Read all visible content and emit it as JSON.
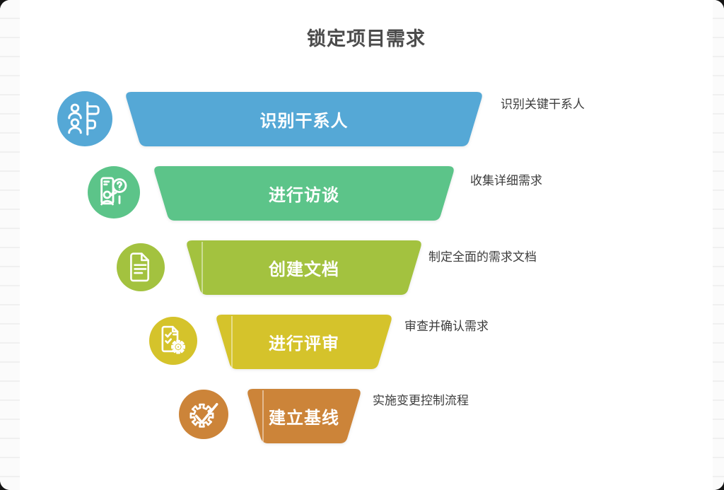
{
  "title": "锁定项目需求",
  "colors": {
    "title_text": "#4c4c4c",
    "annotation_text": "#3d3d3d",
    "stage_label_text": "#ffffff",
    "card_background": "#ffffff",
    "page_background": "#fbfbfb",
    "ruled_line": "#f0f0f0"
  },
  "stages": [
    {
      "label": "识别干系人",
      "annotation": "识别关键干系人",
      "color": "#55a8d6",
      "icon": "stakeholders-icon"
    },
    {
      "label": "进行访谈",
      "annotation": "收集详细需求",
      "color": "#5cc489",
      "icon": "interview-icon"
    },
    {
      "label": "创建文档",
      "annotation": "制定全面的需求文档",
      "color": "#a3c23f",
      "icon": "document-icon"
    },
    {
      "label": "进行评审",
      "annotation": "审查并确认需求",
      "color": "#d5c32b",
      "icon": "review-checklist-icon"
    },
    {
      "label": "建立基线",
      "annotation": "实施变更控制流程",
      "color": "#cc8439",
      "icon": "gear-check-icon"
    }
  ]
}
